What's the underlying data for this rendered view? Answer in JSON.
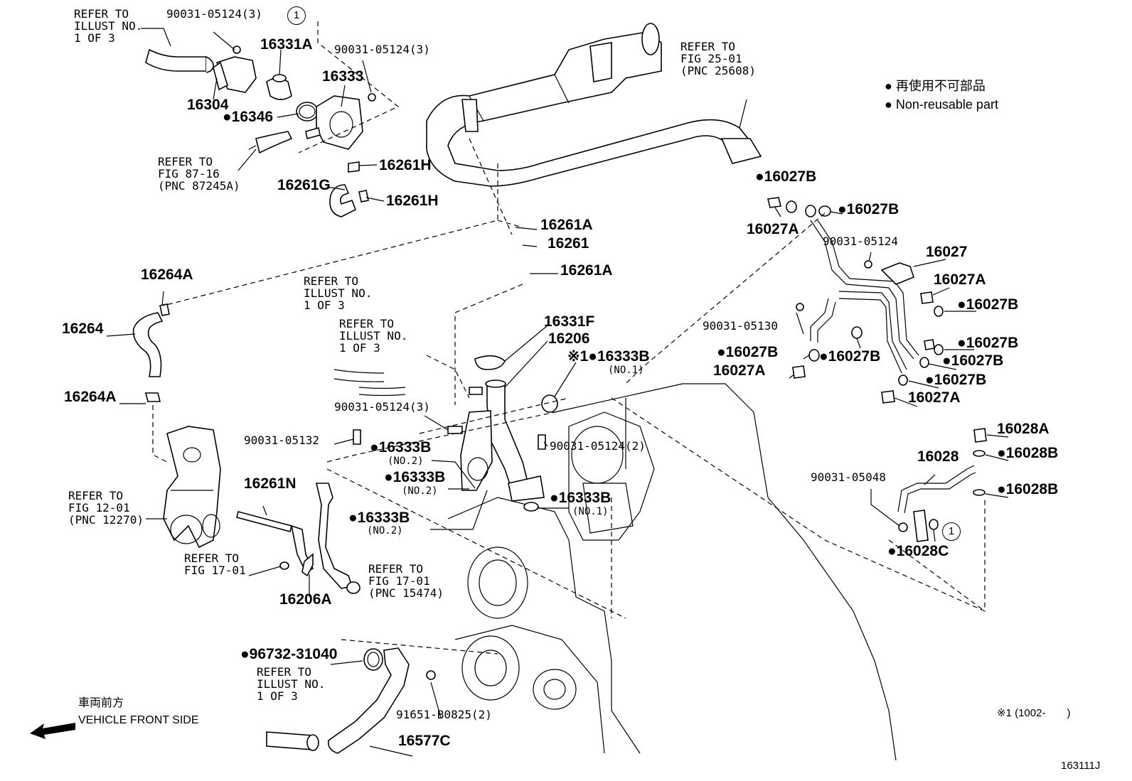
{
  "legend": {
    "jp": "● 再使用不可部品",
    "en": "● Non-reusable part"
  },
  "front": {
    "jp": "車両前方",
    "en": "VEHICLE FRONT SIDE"
  },
  "note_range": "※1 (1002-　　)",
  "figure_id": "163111J",
  "circle_ref": "1",
  "refs": {
    "illust_a": "REFER TO\nILLUST NO.\n1 OF 3",
    "illust_b": "REFER TO\nILLUST NO.\n1 OF 3",
    "illust_c": "REFER TO\nILLUST NO.\n1 OF 3",
    "illust_d": "REFER TO\nILLUST NO.\n1 OF 3",
    "fig25": "REFER TO\nFIG 25-01\n(PNC 25608)",
    "fig87": "REFER TO\nFIG 87-16\n(PNC 87245A)",
    "fig12": "REFER TO\nFIG 12-01\n(PNC 12270)",
    "fig17a": "REFER TO\nFIG 17-01",
    "fig17b": "REFER TO\nFIG 17-01\n(PNC 15474)"
  },
  "parts": {
    "p90031_05124_3a": "90031-05124(3)",
    "p90031_05124_3b": "90031-05124(3)",
    "p90031_05124_3c": "90031-05124(3)",
    "p90031_05124_2": "90031-05124(2)",
    "p90031_05124": "90031-05124",
    "p90031_05130": "90031-05130",
    "p90031_05132": "90031-05132",
    "p90031_05048": "90031-05048",
    "p16331A": "16331A",
    "p16333": "16333",
    "p16304": "16304",
    "p16346": "●16346",
    "p16261H_a": "16261H",
    "p16261H_b": "16261H",
    "p16261G": "16261G",
    "p16261A_a": "16261A",
    "p16261": "16261",
    "p16261A_b": "16261A",
    "p16264A_a": "16264A",
    "p16264": "16264",
    "p16264A_b": "16264A",
    "p16331F": "16331F",
    "p16206": "16206",
    "p16333B_no1a": "※1●16333B",
    "no1a": "(NO.1)",
    "p16333B_no2a": "●16333B",
    "no2a": "(NO.2)",
    "p16333B_no2b": "●16333B",
    "no2b": "(NO.2)",
    "p16333B_no2c": "●16333B",
    "no2c": "(NO.2)",
    "p16333B_no1b": "●16333B",
    "no1b": "(NO.1)",
    "p16261N": "16261N",
    "p16206A": "16206A",
    "p96732": "●96732-31040",
    "p91651": "91651-B0825(2)",
    "p16577C": "16577C",
    "p16027B_a": "●16027B",
    "p16027A_a": "16027A",
    "p16027B_b": "●16027B",
    "p16027": "16027",
    "p16027A_b": "16027A",
    "p16027B_c": "●16027B",
    "p16027B_d": "●16027B",
    "p16027B_e": "●16027B",
    "p16027B_f": "●16027B",
    "p16027B_g": "●16027B",
    "p16027A_c": "16027A",
    "p16027B_h": "●16027B",
    "p16027A_d": "16027A",
    "p16028A": "16028A",
    "p16028": "16028",
    "p16028B_a": "●16028B",
    "p16028B_b": "●16028B",
    "p16028C": "●16028C"
  }
}
